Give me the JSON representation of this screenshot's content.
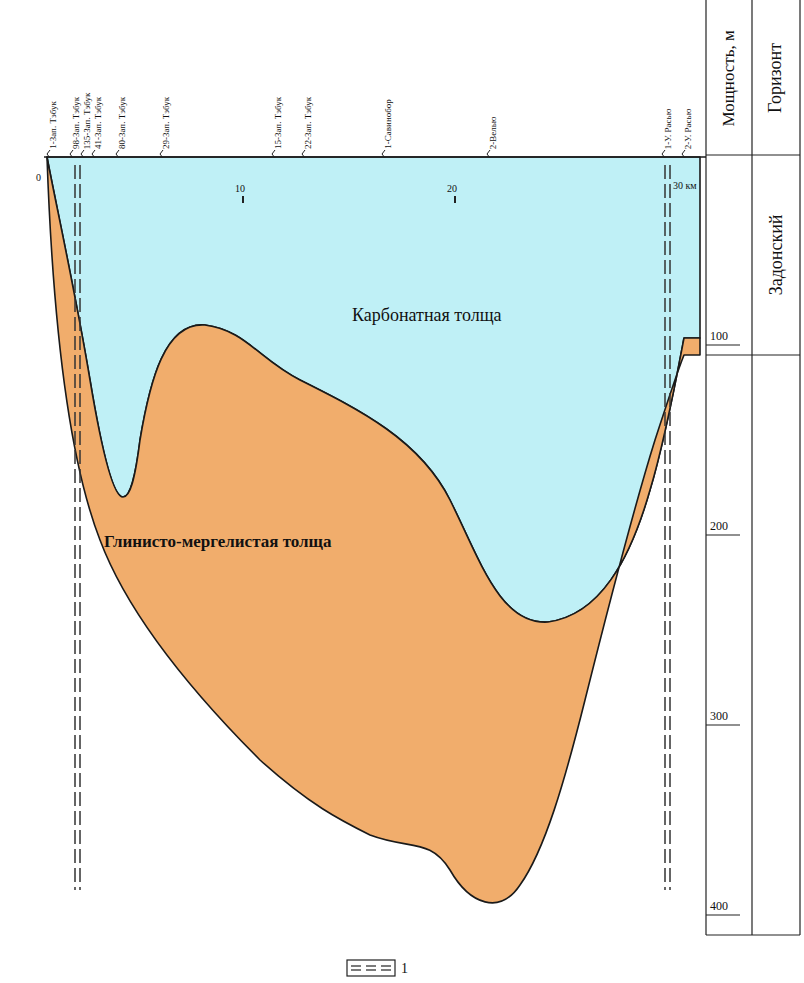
{
  "diagram": {
    "nodes": [
      {
        "text": [
          "Карбонатная толща"
        ]
      },
      {
        "text": [
          "Глинисто-мергелистая толща"
        ]
      }
    ],
    "labels": [
      "1-Зап. Тэбук",
      "98-Зап. Тэбук",
      "135-Зап. Тэбук",
      "41-Зап. Тэбук",
      "80-Зап. Тэбук",
      "29-Зап. Тэбук",
      "15-Зап. Тэбук",
      "22-Зап. Тэбук",
      "1-Савинобор",
      "2-Велью",
      "1-У. Расью",
      "2-У. Расью",
      "0",
      "10",
      "20",
      "30 км",
      "Мощность, м",
      "Горизонт",
      "Задонский",
      "100",
      "200",
      "300",
      "400"
    ],
    "legend": [
      {
        "text": "1"
      }
    ]
  }
}
